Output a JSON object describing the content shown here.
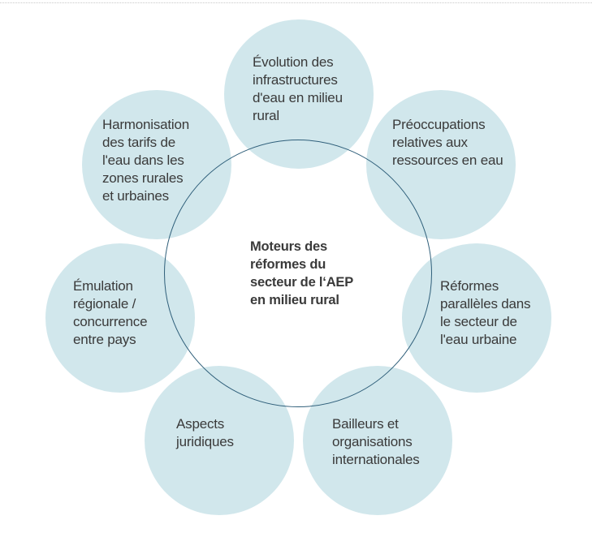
{
  "diagram": {
    "center": {
      "label": "Moteurs des\nréformes du\nsecteur de l‘AEP\nen milieu rural"
    },
    "drivers": [
      {
        "id": "infrastructure",
        "label": "Évolution des\ninfrastructures\nd'eau en milieu\nrural"
      },
      {
        "id": "water-resources",
        "label": "Préoccupations\nrelatives aux\nressources en eau"
      },
      {
        "id": "urban-reforms",
        "label": "Réformes\nparallèles dans\nle secteur de\nl'eau urbaine"
      },
      {
        "id": "donors",
        "label": "Bailleurs et\norganisations\ninternationales"
      },
      {
        "id": "legal",
        "label": "Aspects\njuridiques"
      },
      {
        "id": "regional-emulation",
        "label": "Émulation\nrégionale /\nconcurrence\nentre pays"
      },
      {
        "id": "tariff-harmonisation",
        "label": "Harmonisation\ndes tarifs de\nl'eau dans les\nzones rurales\net urbaines"
      }
    ],
    "colors": {
      "bubble_fill": "#d1e7ec",
      "hub_stroke": "#2f5f7a",
      "text": "#3a3a3a"
    }
  }
}
